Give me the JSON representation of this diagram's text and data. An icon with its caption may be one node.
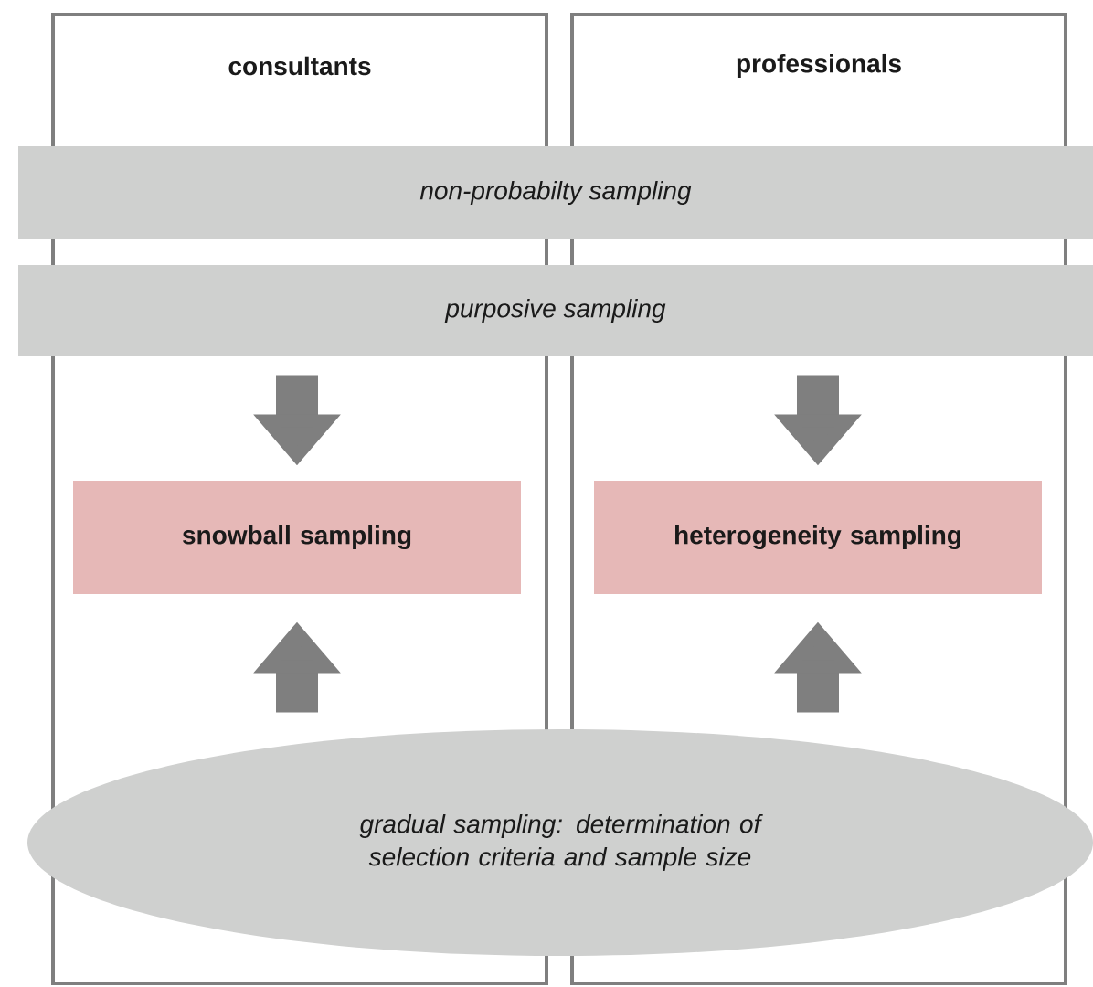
{
  "diagram": {
    "nodes": [
      {
        "text": [
          "consultants"
        ]
      },
      {
        "text": [
          "professionals"
        ]
      },
      {
        "text": [
          "non-probabilty sampling"
        ]
      },
      {
        "text": [
          "purposive sampling"
        ]
      },
      {
        "text": [
          "snowball sampling"
        ],
        "in": 0
      },
      {
        "text": [
          "heterogeneity sampling"
        ],
        "in": 1
      },
      {
        "text": [
          "gradual sampling: determination of selection criteria and sample size"
        ]
      }
    ],
    "edges": [
      {
        "from": 3,
        "to": 4,
        "arrow": "to"
      },
      {
        "from": 3,
        "to": 5,
        "arrow": "to"
      },
      {
        "from": 6,
        "to": 4,
        "arrow": "to"
      },
      {
        "from": 6,
        "to": 5,
        "arrow": "to"
      }
    ]
  }
}
